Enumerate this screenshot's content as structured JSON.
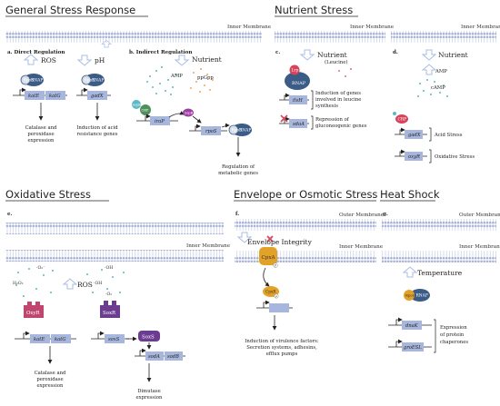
{
  "sections": {
    "general": "General Stress Response",
    "nutrient": "Nutrient Stress",
    "oxidative": "Oxidative Stress",
    "envelope": "Envelope or Osmotic Stress",
    "heat": "Heat Shock"
  },
  "membranes": {
    "inner": "Inner Membrane",
    "outer": "Outer Membrane"
  },
  "panel_a": {
    "title": "a. Direct Regulation",
    "ros": "ROS",
    "ph": "pH",
    "complex": "RpoS RNAP",
    "genes_left": [
      "katE",
      "katG"
    ],
    "gene_right": "gadX",
    "outcome_left": [
      "Catalase and",
      "peroxidase",
      "expression"
    ],
    "outcome_right": [
      "Induction of acid",
      "resistance genes"
    ]
  },
  "panel_b": {
    "title": "b. Indirect Regulation",
    "nutrient": "Nutrient",
    "amp": "AMP",
    "ppgpp": "ppGpp",
    "crp": "CRP",
    "irap": "iraP",
    "sspb": "SspB",
    "rpos": "rpoS",
    "complex": "RpoS RNAP",
    "outcome": [
      "Regulation of",
      "metabolic genes"
    ]
  },
  "panel_c": {
    "title": "c.",
    "nutrient": "Nutrient",
    "leucine": "(Leucine)",
    "lrp": "Lrp",
    "rnap": "RNAP",
    "gene1": "ilvH",
    "gene2": "sdaA",
    "text1": [
      "Induction of genes",
      "involved in leucine",
      "synthesis"
    ],
    "text2": [
      "Repression of",
      "gluconeogenic genes"
    ]
  },
  "panel_d": {
    "title": "d.",
    "nutrient": "Nutrient",
    "amp": "AMP",
    "camp": "cAMP",
    "crp": "CRP",
    "gene1": "gadX",
    "gene2": "oxyR",
    "text1": "Acid Stress",
    "text2": "Oxidative Stress"
  },
  "panel_e": {
    "title": "e.",
    "ros": "ROS",
    "ions": [
      "·O₂⁻",
      "·OH",
      "H₂O₂",
      "·OH",
      "·O₂"
    ],
    "oxyr": "OxyR",
    "soxr": "SoxR",
    "soxs_protein": "SoxS",
    "genes_left": [
      "katE",
      "katG"
    ],
    "gene_mid": "soxS",
    "genes_right": [
      "sodA",
      "sodB"
    ],
    "outcome_left": [
      "Catalase and",
      "peroxidase",
      "expression"
    ],
    "outcome_right": [
      "Dimutase",
      "expression"
    ]
  },
  "panel_f": {
    "title": "f.",
    "integrity": "Envelope Integrity",
    "cpxa": "CpxA",
    "cpxr": "CpxR",
    "phos": "P",
    "outcome": [
      "Induction of virulence factors:",
      "Secretion systems, adhesins,",
      "efflux pumps"
    ]
  },
  "panel_g": {
    "title": "g.",
    "temperature": "Temperature",
    "rpoh": "RpoH",
    "rnap": "RNAP",
    "genes": [
      "dnaK",
      "groESL"
    ],
    "outcome": [
      "Expression",
      "of protein",
      "chaperones"
    ]
  },
  "colors": {
    "membrane": "#a6b2d6",
    "rnap": "#3b5c86",
    "crp": "#d7445a",
    "oxyr": "#c04670",
    "soxr": "#6b3c8f",
    "cpx": "#e2a227",
    "gene_box": "#a7b6dc",
    "arrow": "#a9bde3"
  }
}
